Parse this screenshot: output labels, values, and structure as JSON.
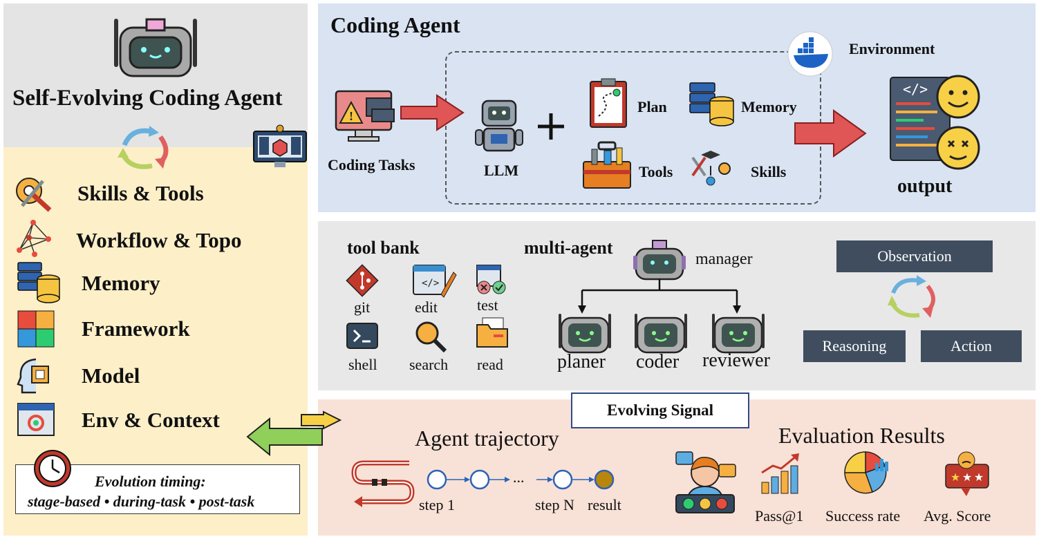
{
  "left": {
    "title": "Self-Evolving Coding Agent",
    "items": [
      {
        "label": "Skills & Tools",
        "icon": "skills-tools-icon"
      },
      {
        "label": "Workflow & Topo",
        "icon": "workflow-topo-icon"
      },
      {
        "label": "Memory",
        "icon": "memory-icon"
      },
      {
        "label": "Framework",
        "icon": "framework-icon"
      },
      {
        "label": "Model",
        "icon": "model-icon"
      },
      {
        "label": "Env & Context",
        "icon": "env-context-icon"
      }
    ],
    "timing_title": "Evolution timing:",
    "timing_text": "stage-based • during-task • post-task"
  },
  "agent": {
    "title": "Coding Agent",
    "environment": "Environment",
    "coding_tasks": "Coding Tasks",
    "llm": "LLM",
    "plan": "Plan",
    "memory": "Memory",
    "tools": "Tools",
    "skills": "Skills",
    "output": "output"
  },
  "middle": {
    "tool_bank": "tool bank",
    "tools": [
      "git",
      "edit",
      "test",
      "shell",
      "search",
      "read"
    ],
    "multi_agent": "multi-agent",
    "manager": "manager",
    "agents": [
      "planer",
      "coder",
      "reviewer"
    ],
    "cycle": {
      "observation": "Observation",
      "reasoning": "Reasoning",
      "action": "Action"
    }
  },
  "bottom": {
    "signal": "Evolving Signal",
    "trajectory": "Agent trajectory",
    "step1": "step 1",
    "ellipsis": "...",
    "stepN": "step N",
    "result": "result",
    "eval_title": "Evaluation Results",
    "metrics": [
      "Pass@1",
      "Success rate",
      "Avg. Score"
    ]
  },
  "colors": {
    "left_top_bg": "#e4e4e4",
    "left_bottom_bg": "#fdefc8",
    "agent_bg": "#d9e3f2",
    "middle_bg": "#e8e8e8",
    "bottom_bg": "#f8e1d6",
    "dark_box": "#3f4d5e",
    "node_blue": "#2c63b8",
    "result_node": "#b8860b"
  }
}
